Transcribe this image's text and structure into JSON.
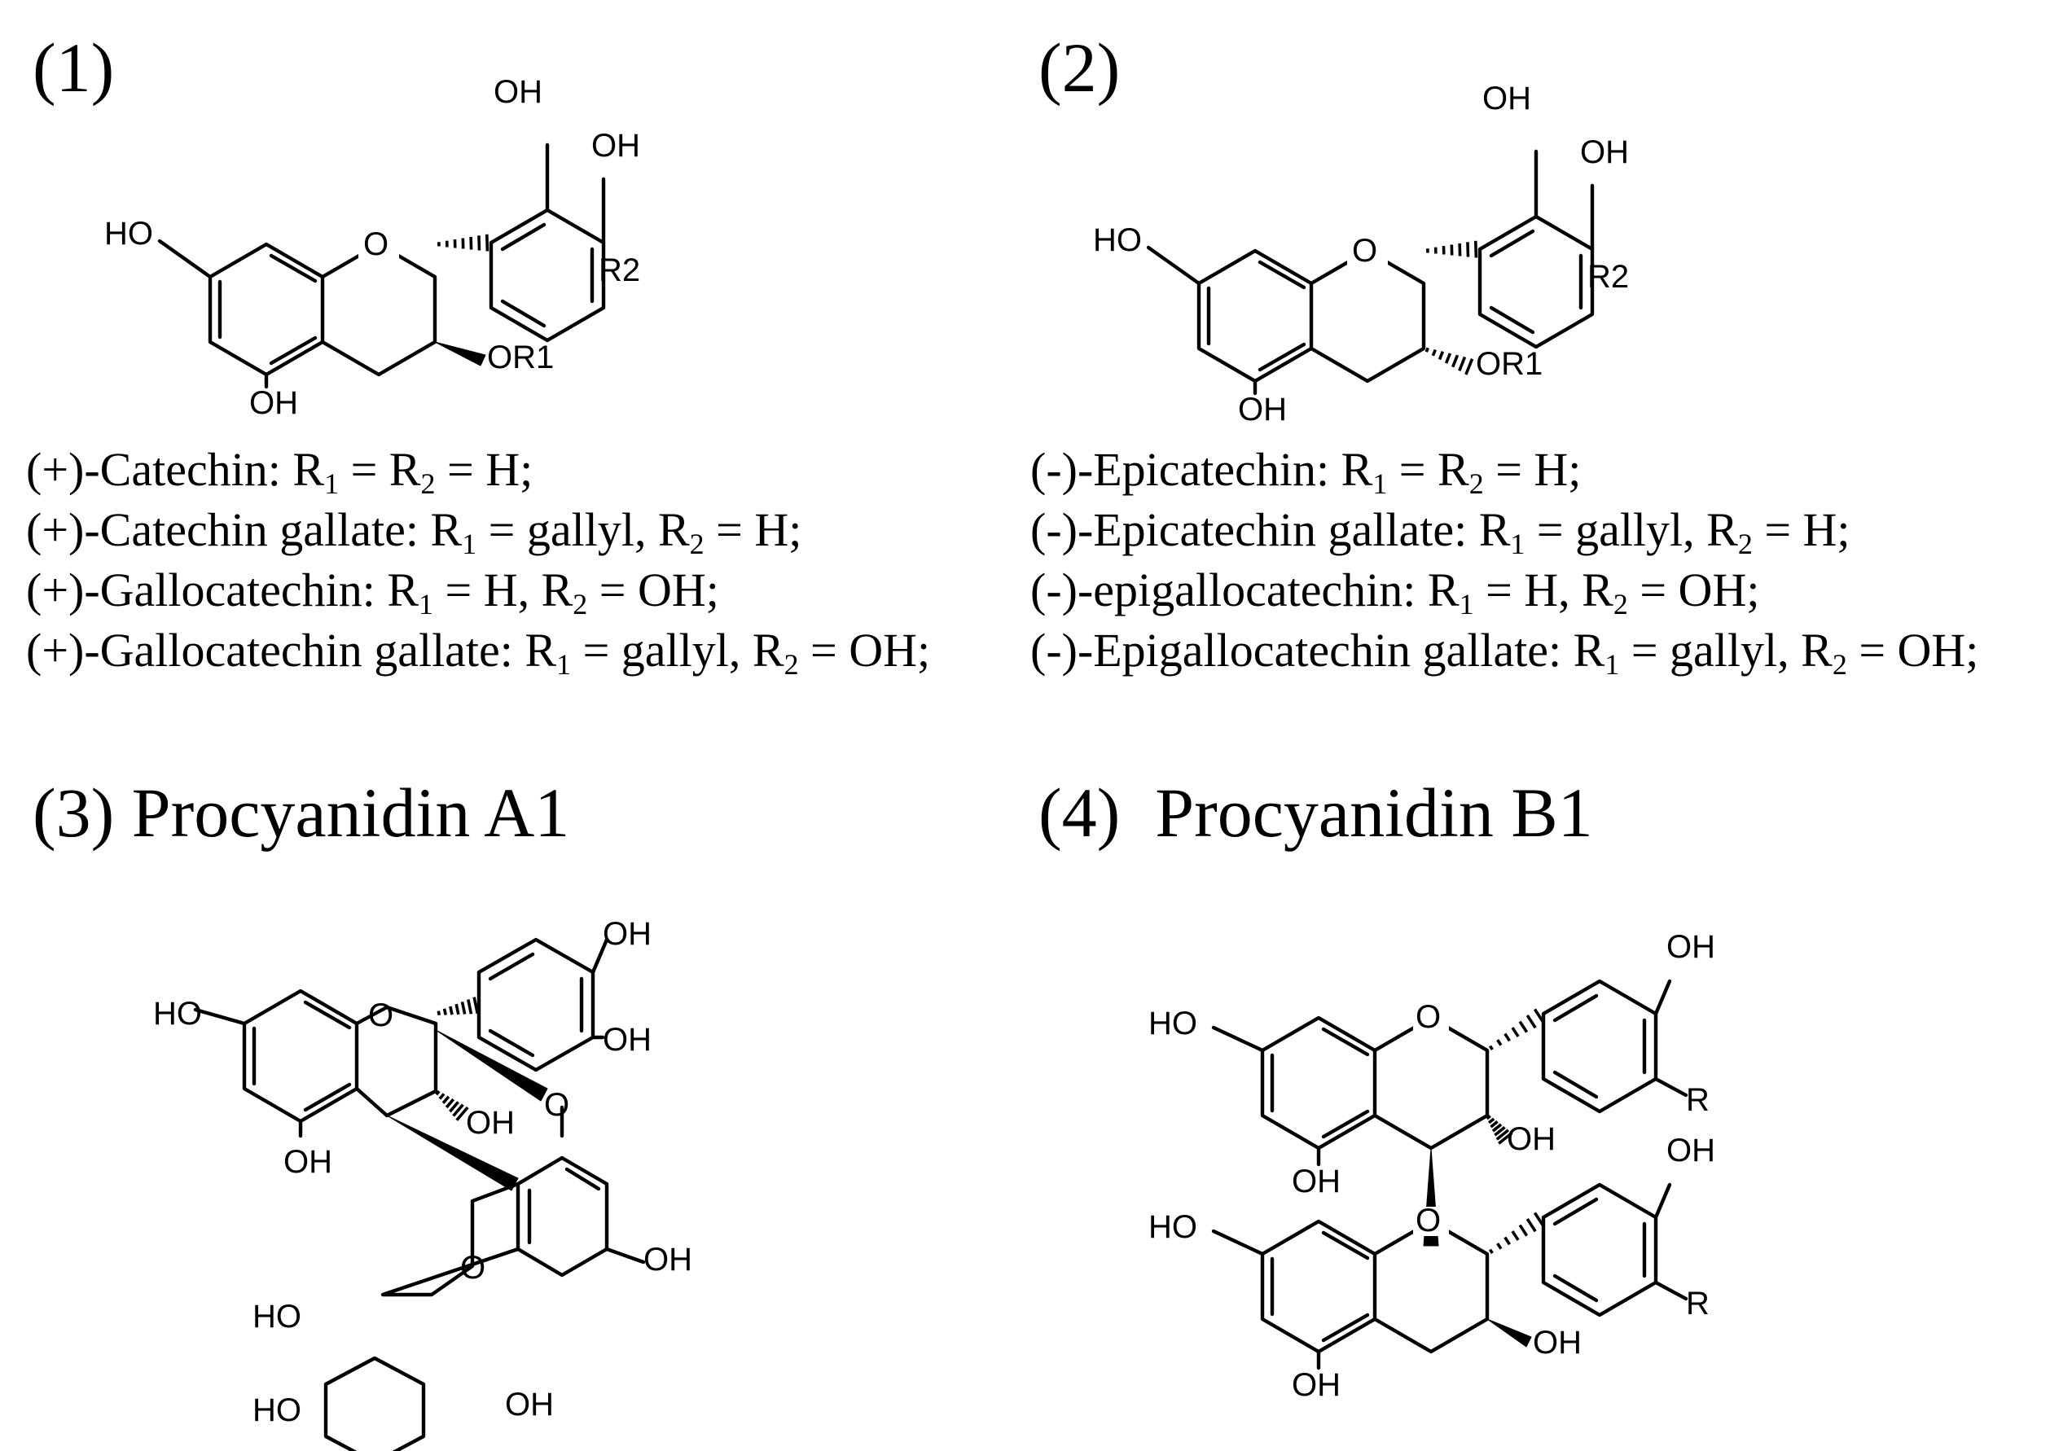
{
  "panels": [
    {
      "number": "(1)",
      "title": "",
      "captions": [
        {
          "name": "(+)-Catechin",
          "r1": "H",
          "r2": "H",
          "format": "equal"
        },
        {
          "name": "(+)-Catechin gallate",
          "r1": "gallyl",
          "r2": "H",
          "format": "pair"
        },
        {
          "name": "(+)-Gallocatechin",
          "r1": "H",
          "r2": "OH",
          "format": "pair"
        },
        {
          "name": "(+)-Gallocatechin gallate",
          "r1": "gallyl",
          "r2": "OH",
          "format": "pair"
        }
      ]
    },
    {
      "number": "(2)",
      "title": "",
      "captions": [
        {
          "name": "(-)-Epicatechin",
          "r1": "H",
          "r2": "H",
          "format": "equal"
        },
        {
          "name": "(-)-Epicatechin gallate",
          "r1": "gallyl",
          "r2": "H",
          "format": "pair"
        },
        {
          "name": "(-)-epigallocatechin",
          "r1": "H",
          "r2": "OH",
          "format": "pair"
        },
        {
          "name": "(-)-Epigallocatechin gallate",
          "r1": "gallyl",
          "r2": "OH",
          "format": "pair"
        }
      ]
    },
    {
      "number": "(3)",
      "title": "Procyanidin A1",
      "captions": []
    },
    {
      "number": "(4)",
      "title": "Procyanidin B1",
      "captions": []
    }
  ],
  "caption_symbols": {
    "r": "R",
    "sub1": "1",
    "sub2": "2",
    "equals": "=",
    "comma": ",",
    "colon": ":",
    "semicolon": ";"
  },
  "atom_labels": {
    "oh": "OH",
    "ho": "HO",
    "o": "O",
    "r": "R",
    "r2": "R2",
    "or1": "OR1"
  }
}
